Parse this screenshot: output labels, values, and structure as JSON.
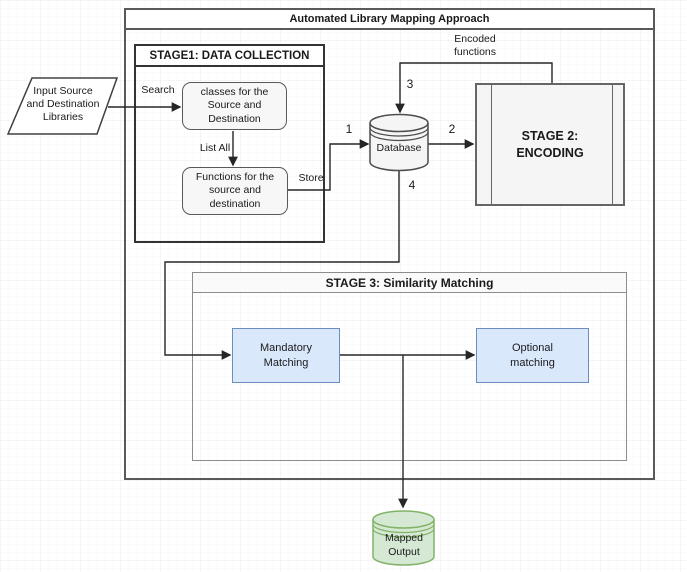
{
  "diagram_title": "Automated Library Mapping Approach",
  "input_node": {
    "text": "Input Source\nand Destination\nLibraries"
  },
  "stage1": {
    "title": "STAGE1: DATA COLLECTION",
    "classes_box": "classes for the\nSource and\nDestination",
    "functions_box": "Functions for the\nsource and\ndestination"
  },
  "stage2": {
    "title": "STAGE 2:\nENCODING"
  },
  "stage3": {
    "title": "STAGE 3: Similarity Matching",
    "mandatory": "Mandatory\nMatching",
    "optional": "Optional\nmatching"
  },
  "database": {
    "label": "Database"
  },
  "output": {
    "label": "Mapped\nOutput"
  },
  "labels": {
    "search": "Search",
    "list_all": "List All",
    "store": "Store",
    "encoded_functions": "Encoded\nfunctions",
    "edge1": "1",
    "edge2": "2",
    "edge3": "3",
    "edge4": "4"
  },
  "colors": {
    "connector": "#262626",
    "matching_fill": "#DAE8FC",
    "matching_stroke": "#6C8EBF",
    "output_fill": "#D5E8D4",
    "output_stroke": "#82B366",
    "stage2_fill": "#F5F5F5",
    "database_fill": "#F5F5F5"
  }
}
